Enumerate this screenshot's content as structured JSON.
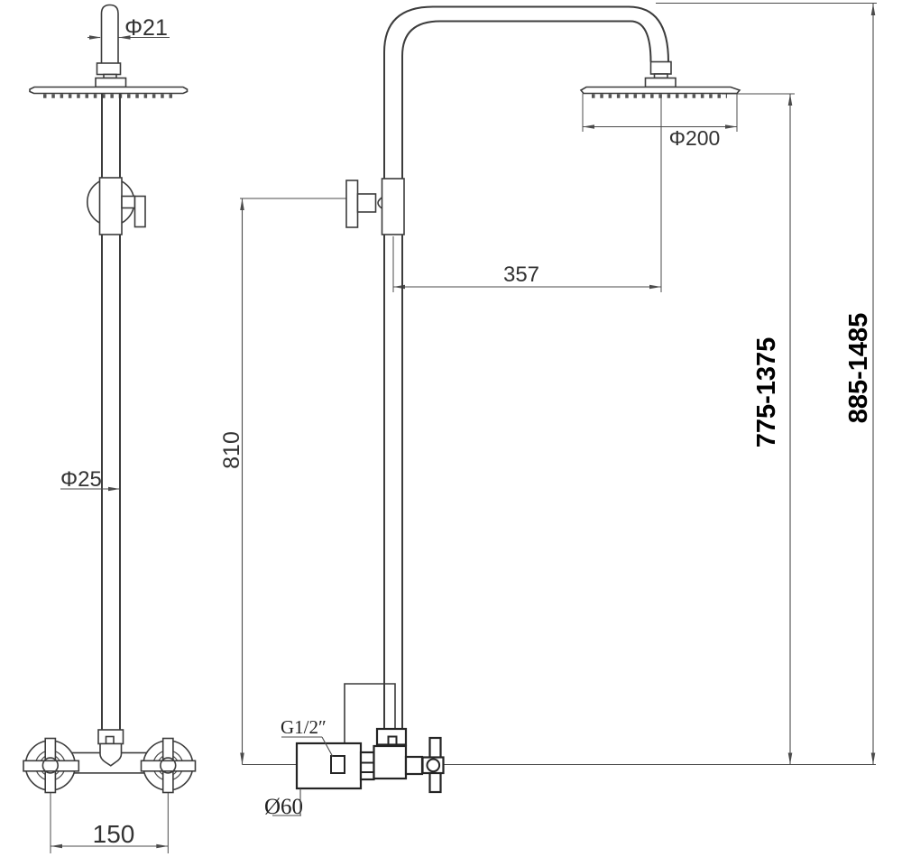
{
  "drawing": {
    "colors": {
      "background": "#ffffff",
      "outline": "#3c3c3c",
      "dimension": "#4b4b4b",
      "text": "#333333",
      "emphasis_text": "#000000"
    },
    "labels": {
      "top_pipe_diameter": "Φ21",
      "rail_diameter": "Φ25",
      "valve_spacing": "150",
      "head_diameter": "Φ200",
      "arm_reach": "357",
      "rail_height": "810",
      "head_height_range": "775-1375",
      "total_height_range": "885-1485",
      "inlet_thread": "G1/2″",
      "escutcheon_diameter": "Ø60"
    }
  }
}
